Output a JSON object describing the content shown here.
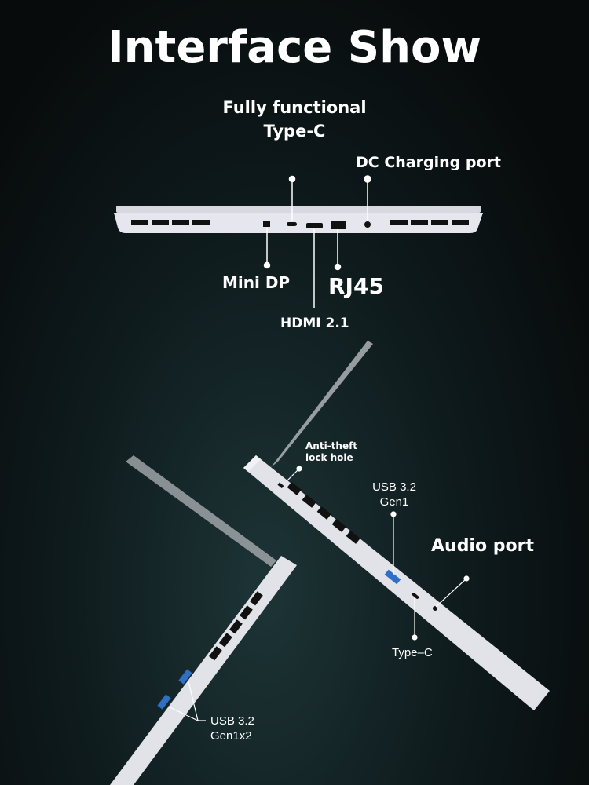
{
  "title": "Interface Show",
  "rear_labels": {
    "type_c": [
      "Fully functional",
      "Type-C"
    ],
    "dc": "DC Charging port",
    "mini_dp": "Mini DP",
    "rj45": "RJ45",
    "hdmi": "HDMI 2.1"
  },
  "side_labels": {
    "lock": [
      "Anti-theft",
      "lock hole"
    ],
    "usb_gen1": [
      "USB 3.2",
      "Gen1"
    ],
    "audio": "Audio port",
    "type_c": "Type–C",
    "usb_gen1x2": [
      "USB 3.2",
      "Gen1x2"
    ]
  },
  "colors": {
    "body": "#e4e4ea",
    "vent": "#111111",
    "usb": "#2f6fc4"
  }
}
